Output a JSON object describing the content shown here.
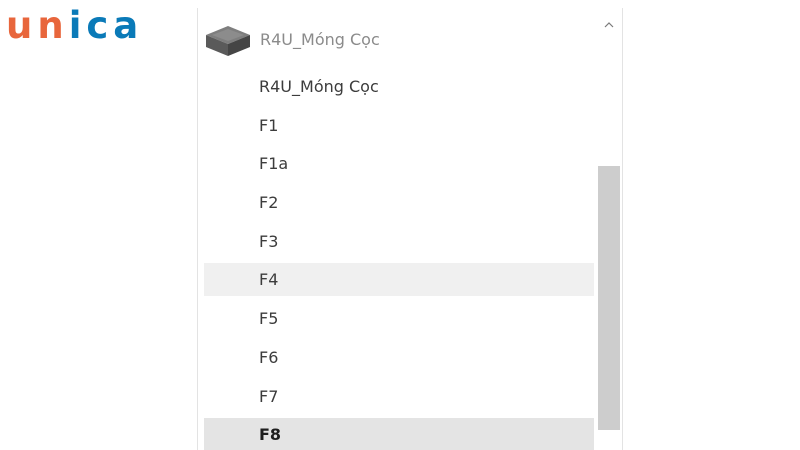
{
  "logo": {
    "text_part1": "un",
    "text_part2": "ica",
    "colors": {
      "orange": "#e8663c",
      "blue": "#0a7ab8"
    }
  },
  "dropdown": {
    "header": {
      "icon": "footing-family-icon",
      "label": "R4U_Móng Cọc"
    },
    "items": [
      {
        "label": "R4U_Móng Cọc",
        "state": "normal"
      },
      {
        "label": "F1",
        "state": "normal"
      },
      {
        "label": "F1a",
        "state": "normal"
      },
      {
        "label": "F2",
        "state": "normal"
      },
      {
        "label": "F3",
        "state": "normal"
      },
      {
        "label": "F4",
        "state": "hover"
      },
      {
        "label": "F5",
        "state": "normal"
      },
      {
        "label": "F6",
        "state": "normal"
      },
      {
        "label": "F7",
        "state": "normal"
      },
      {
        "label": "F8",
        "state": "selected"
      }
    ],
    "scrollbar": {
      "up_icon": "chevron-up-icon"
    }
  }
}
